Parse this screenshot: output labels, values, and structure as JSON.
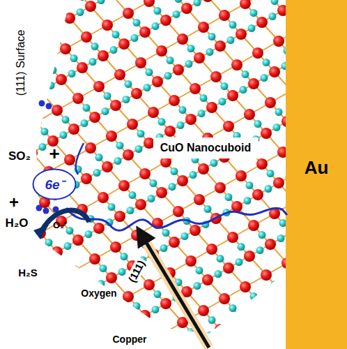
{
  "diagram": {
    "nodes": [
      {
        "text": [
          "CuO Nanocuboid"
        ]
      },
      {
        "text": [
          "6e⁻"
        ]
      },
      {
        "text": [
          "Au"
        ]
      }
    ],
    "labels": [
      "(111) Surface",
      "SO₂",
      "+",
      "+",
      "H₂O",
      "O₂⁻",
      "H₂S",
      "Oxygen",
      "Copper",
      "(111)"
    ]
  }
}
